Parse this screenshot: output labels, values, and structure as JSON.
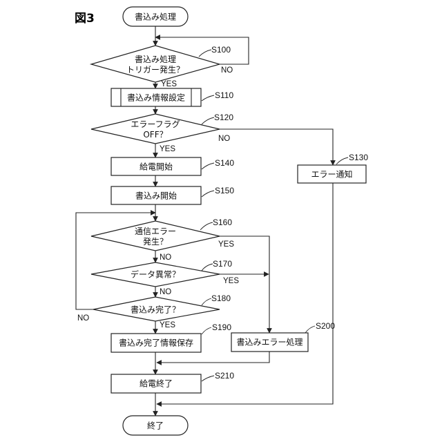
{
  "figure_label": "図3",
  "nodes": {
    "start": "書込み処理",
    "trigger_l1": "書込み処理",
    "trigger_l2": "トリガー発生？",
    "set_info": "書込み情報設定",
    "error_flag_l1": "エラーフラグ",
    "error_flag_l2": "OFF？",
    "error_notify": "エラー通知",
    "power_start": "給電開始",
    "write_start": "書込み開始",
    "comm_error_l1": "通信エラー",
    "comm_error_l2": "発生？",
    "data_abnormal": "データ異常？",
    "write_complete": "書込み完了？",
    "save_complete": "書込み完了情報保存",
    "write_error": "書込みエラー処理",
    "power_end": "給電終了",
    "end": "終了"
  },
  "steps": {
    "s100": "S100",
    "s110": "S110",
    "s120": "S120",
    "s130": "S130",
    "s140": "S140",
    "s150": "S150",
    "s160": "S160",
    "s170": "S170",
    "s180": "S180",
    "s190": "S190",
    "s200": "S200",
    "s210": "S210"
  },
  "branches": {
    "s100_no": "NO",
    "s100_yes": "YES",
    "s120_no": "NO",
    "s120_yes": "YES",
    "s160_yes": "YES",
    "s160_no": "NO",
    "s170_yes": "YES",
    "s170_no": "NO",
    "s180_no": "NO",
    "s180_yes": "YES"
  }
}
